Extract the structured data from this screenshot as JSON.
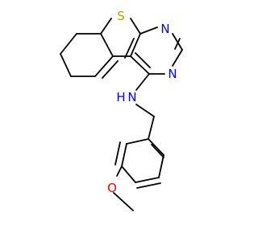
{
  "molecule": {
    "atoms": {
      "sulfur": {
        "label": "S",
        "color": "#b8a000"
      },
      "n_top": {
        "label": "N",
        "color": "#0000ff"
      },
      "n_mid": {
        "label": "N",
        "color": "#0000ff"
      },
      "nh": {
        "label": "H",
        "color": "#0000ff"
      },
      "n_amine": {
        "label": "N",
        "color": "#0000ff"
      },
      "oxygen": {
        "label": "O",
        "color": "#ff0000"
      }
    }
  }
}
